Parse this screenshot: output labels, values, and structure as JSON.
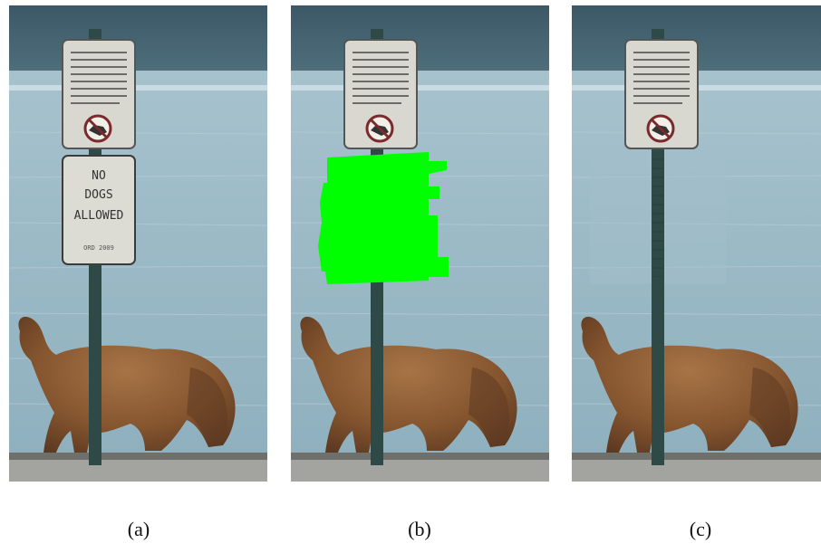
{
  "panels": [
    {
      "id": "a",
      "caption": "(a)",
      "sign_text": {
        "line1": "NO",
        "line2": "DOGS",
        "line3": "ALLOWED",
        "line4": "ORD 2009"
      }
    },
    {
      "id": "b",
      "caption": "(b)"
    },
    {
      "id": "c",
      "caption": "(c)"
    }
  ],
  "colors": {
    "sky": "#3e5b69",
    "water": "#9cb9c6",
    "water_light": "#b3cbd5",
    "pole": "#2f4a46",
    "sign_face": "#d8d7d0",
    "dog_fur": "#8a5a33",
    "dog_fur_dark": "#5e3a22",
    "mask_green": "#00ff00",
    "ground": "#9a9a98"
  }
}
